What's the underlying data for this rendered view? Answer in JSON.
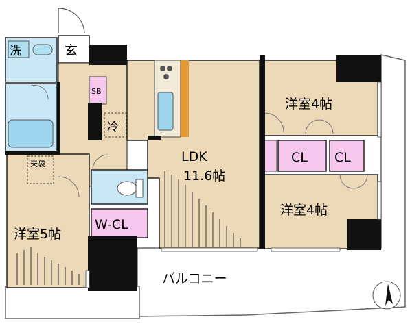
{
  "rooms": {
    "ldk_name": "LDK",
    "ldk_size": "11.6帖",
    "western_room_upper": "洋室4帖",
    "western_room_lower": "洋室4帖",
    "western_room_left": "洋室5帖",
    "walk_in_closet": "W-CL",
    "closet_1": "CL",
    "closet_2": "CL",
    "balcony": "バルコニー",
    "washroom": "洗",
    "entrance": "玄",
    "shoe_box": "SB",
    "refrigerator": "冷",
    "attic_storage": "天袋"
  },
  "colors": {
    "floor": "#ecd9b8",
    "wet_area": "#c9e7f5",
    "storage": "#f7c8ee",
    "wall": "#111111",
    "island": "#e39a33"
  },
  "icons": [
    "north-arrow-icon",
    "bathtub-icon",
    "toilet-icon",
    "washbasin-icon",
    "stove-icon",
    "sink-icon"
  ]
}
